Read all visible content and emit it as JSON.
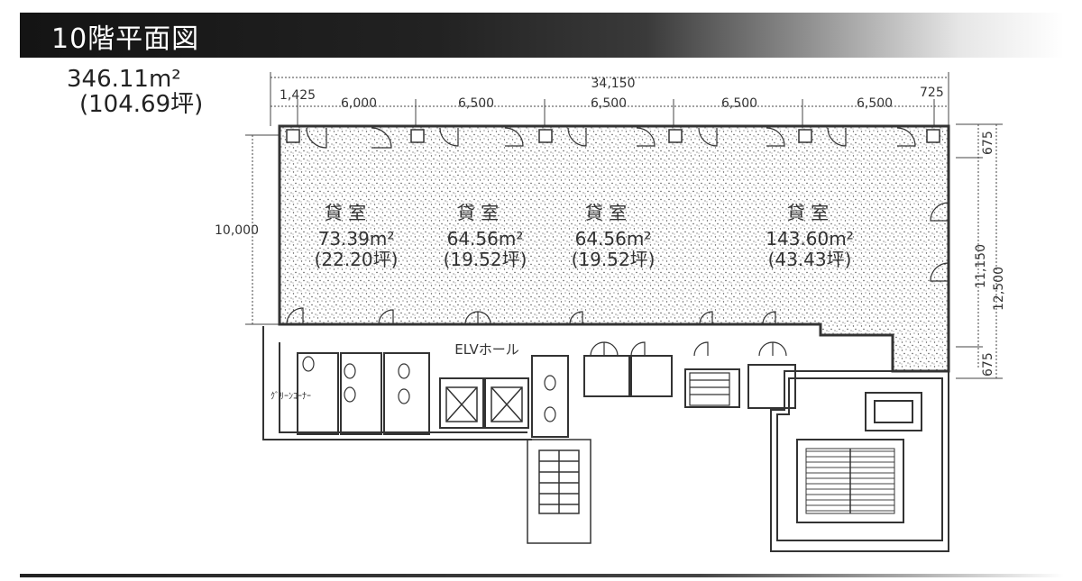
{
  "title": "10階平面図",
  "total_area": {
    "m2": "346.11m²",
    "tsubo": "(104.69坪)"
  },
  "dimensions": {
    "overall_width": "34,150",
    "segments": [
      "1,425",
      "6,000",
      "6,500",
      "6,500",
      "6,500",
      "6,500",
      "725"
    ],
    "left_depth": "10,000",
    "right": [
      "675",
      "11,150",
      "12,500",
      "675"
    ]
  },
  "rooms": [
    {
      "label": "貸 室",
      "m2": "73.39m²",
      "tsubo": "(22.20坪)"
    },
    {
      "label": "貸 室",
      "m2": "64.56m²",
      "tsubo": "(19.52坪)"
    },
    {
      "label": "貸 室",
      "m2": "64.56m²",
      "tsubo": "(19.52坪)"
    },
    {
      "label": "貸 室",
      "m2": "143.60m²",
      "tsubo": "(43.43坪)"
    }
  ],
  "hall_label": "ELVホール",
  "corner_label": "ｸﾞﾘｰﾝｺｰﾅｰ",
  "colors": {
    "title_bg": "#141414",
    "line": "#333333",
    "stipple": "#555555"
  }
}
